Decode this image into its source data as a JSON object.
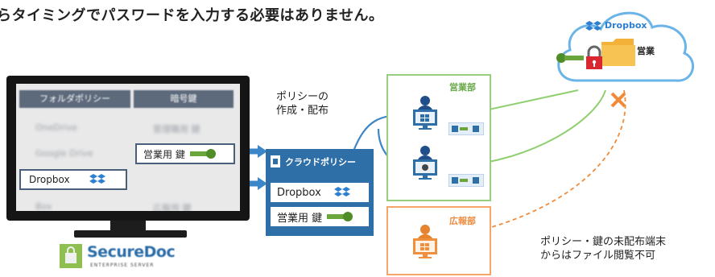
{
  "top_text": "らタイミングでパスワードを入力する必要はありません。",
  "monitor": {
    "headers": [
      "フォルダポリシー",
      "暗号鍵"
    ],
    "rows": [
      {
        "folder": "OneDrive",
        "key": "管理職用 鍵"
      },
      {
        "folder": "Google Drive",
        "key": "営業用 鍵"
      },
      {
        "folder": "Dropbox",
        "key": ""
      },
      {
        "folder": "Box",
        "key": "広報用 鍵"
      }
    ],
    "highlight_key": "営業用 鍵",
    "highlight_folder": "Dropbox"
  },
  "policy_label": [
    "ポリシーの",
    "作成・配布"
  ],
  "cloud_policy": {
    "title": "クラウドポリシー",
    "folder": "Dropbox",
    "key": "営業用 鍵"
  },
  "groups": {
    "sales": "営業部",
    "pr": "広報部"
  },
  "cloud": {
    "service": "Dropbox",
    "folder_label": "営業"
  },
  "note": [
    "ポリシー・鍵の未配布端末",
    "からはファイル閲覧不可"
  ],
  "brand": {
    "name": "SecureDoc",
    "sub": "ENTERPRISE SERVER"
  },
  "colors": {
    "policy_blue": "#2f6fa8",
    "sales_green": "#98cd7f",
    "pr_orange": "#f5a56a",
    "arrow_blue": "#3b86c6",
    "key_green": "#5a9a33",
    "denied_orange": "#f08b3a"
  }
}
